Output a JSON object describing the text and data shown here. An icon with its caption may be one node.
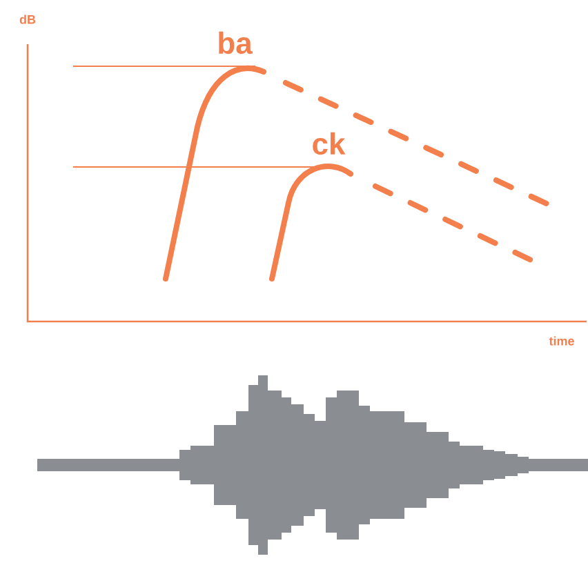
{
  "diagram": {
    "labels": [
      "dB",
      "ba",
      "ck",
      "time"
    ]
  }
}
